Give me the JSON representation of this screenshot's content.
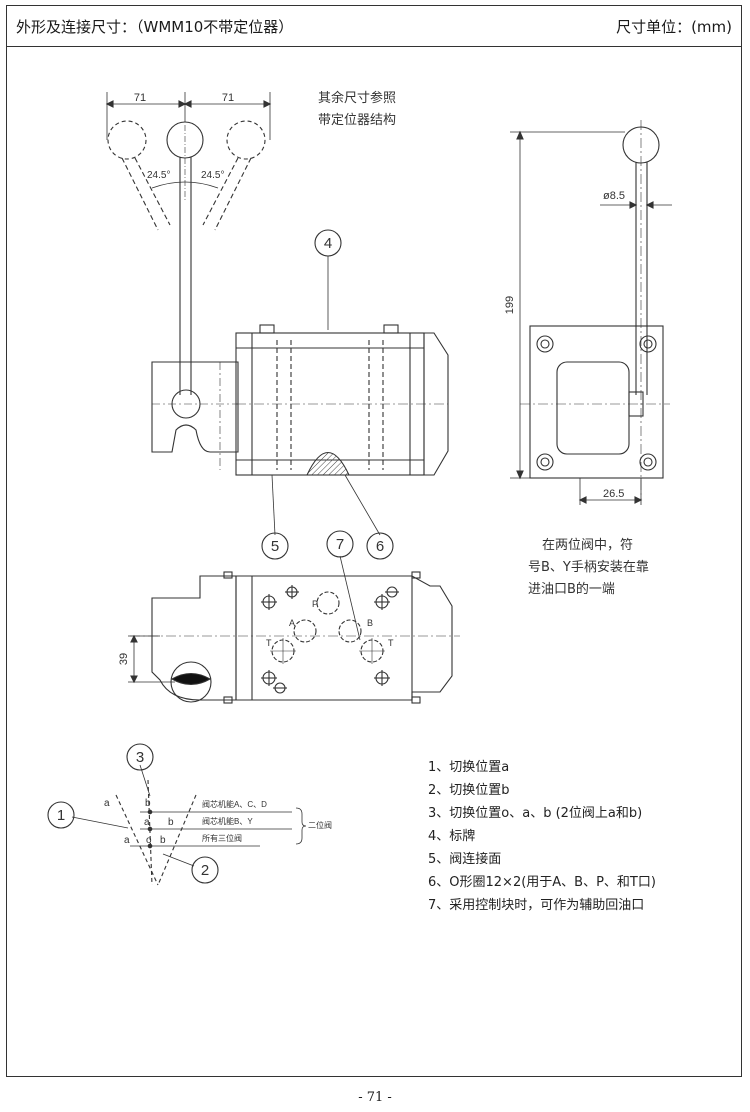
{
  "header": {
    "title": "外形及连接尺寸：（WMM10不带定位器）",
    "unit": "尺寸单位：(mm)"
  },
  "notes": {
    "top_left_line1": "其余尺寸参照",
    "top_left_line2": "带定位器结构",
    "right_line1": "在两位阀中，符",
    "right_line2": "号B、Y手柄安装在靠",
    "right_line3": "进油口B的一端"
  },
  "dimensions": {
    "left_offset": "71",
    "right_offset": "71",
    "left_angle": "24.5°",
    "right_angle": "24.5°",
    "height": "199",
    "diameter": "ø8.5",
    "side_width": "26.5",
    "bottom_height": "39"
  },
  "callouts": [
    "1",
    "2",
    "3",
    "4",
    "5",
    "6",
    "7"
  ],
  "ports": {
    "p": "P",
    "a": "A",
    "b": "B",
    "t_left": "T",
    "t_right": "T"
  },
  "position_diagram": {
    "row1": "阀芯机能A、C、D",
    "row2": "阀芯机能B、Y",
    "row3": "所有三位阀",
    "bracket_label": "二位阀",
    "a": "a",
    "b": "b",
    "o": "o"
  },
  "legend": [
    "1、切换位置a",
    "2、切换位置b",
    "3、切换位置o、a、b (2位阀上a和b)",
    "4、标牌",
    "5、阀连接面",
    "6、O形圈12×2(用于A、B、P、和T口)",
    "7、采用控制块时，可作为辅助回油口"
  ],
  "page_number": "- 71 -"
}
